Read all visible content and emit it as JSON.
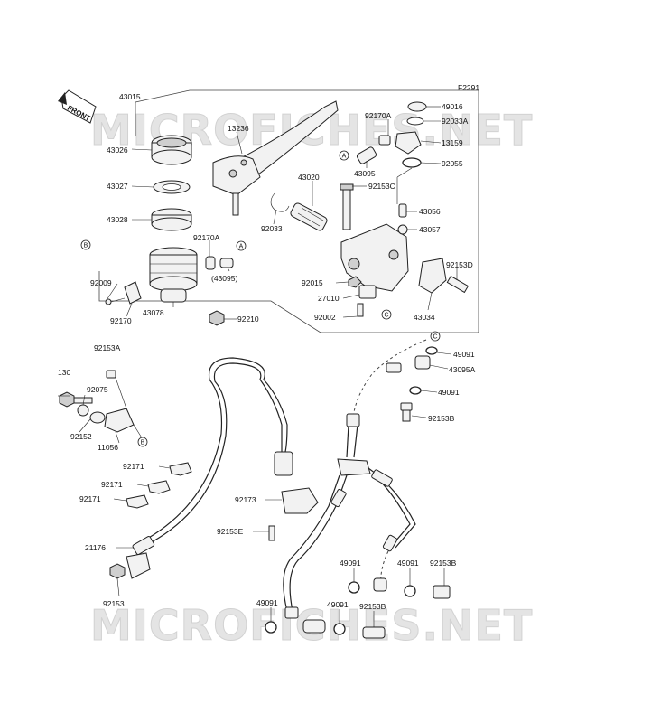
{
  "watermark": "MICROFICHES.NET",
  "diagram_code": "F2291",
  "front_label": "FRONT",
  "callouts": [
    "A",
    "B",
    "C"
  ],
  "labels": [
    "43015",
    "43026",
    "43027",
    "43028",
    "13236",
    "43020",
    "92153C",
    "92033",
    "92170A",
    "43095",
    "(43095)",
    "92009",
    "92170",
    "43078",
    "92210",
    "49016",
    "92033A",
    "13159",
    "92055",
    "43056",
    "43057",
    "92153D",
    "92015",
    "27010",
    "92002",
    "43034",
    "92153A",
    "130",
    "92075",
    "92152",
    "11056",
    "92171",
    "92171",
    "92171",
    "92173",
    "92153E",
    "21176",
    "92153",
    "49091",
    "43095A",
    "49091",
    "92153B",
    "49091",
    "49091",
    "92153B",
    "49091",
    "49091",
    "92153B"
  ]
}
